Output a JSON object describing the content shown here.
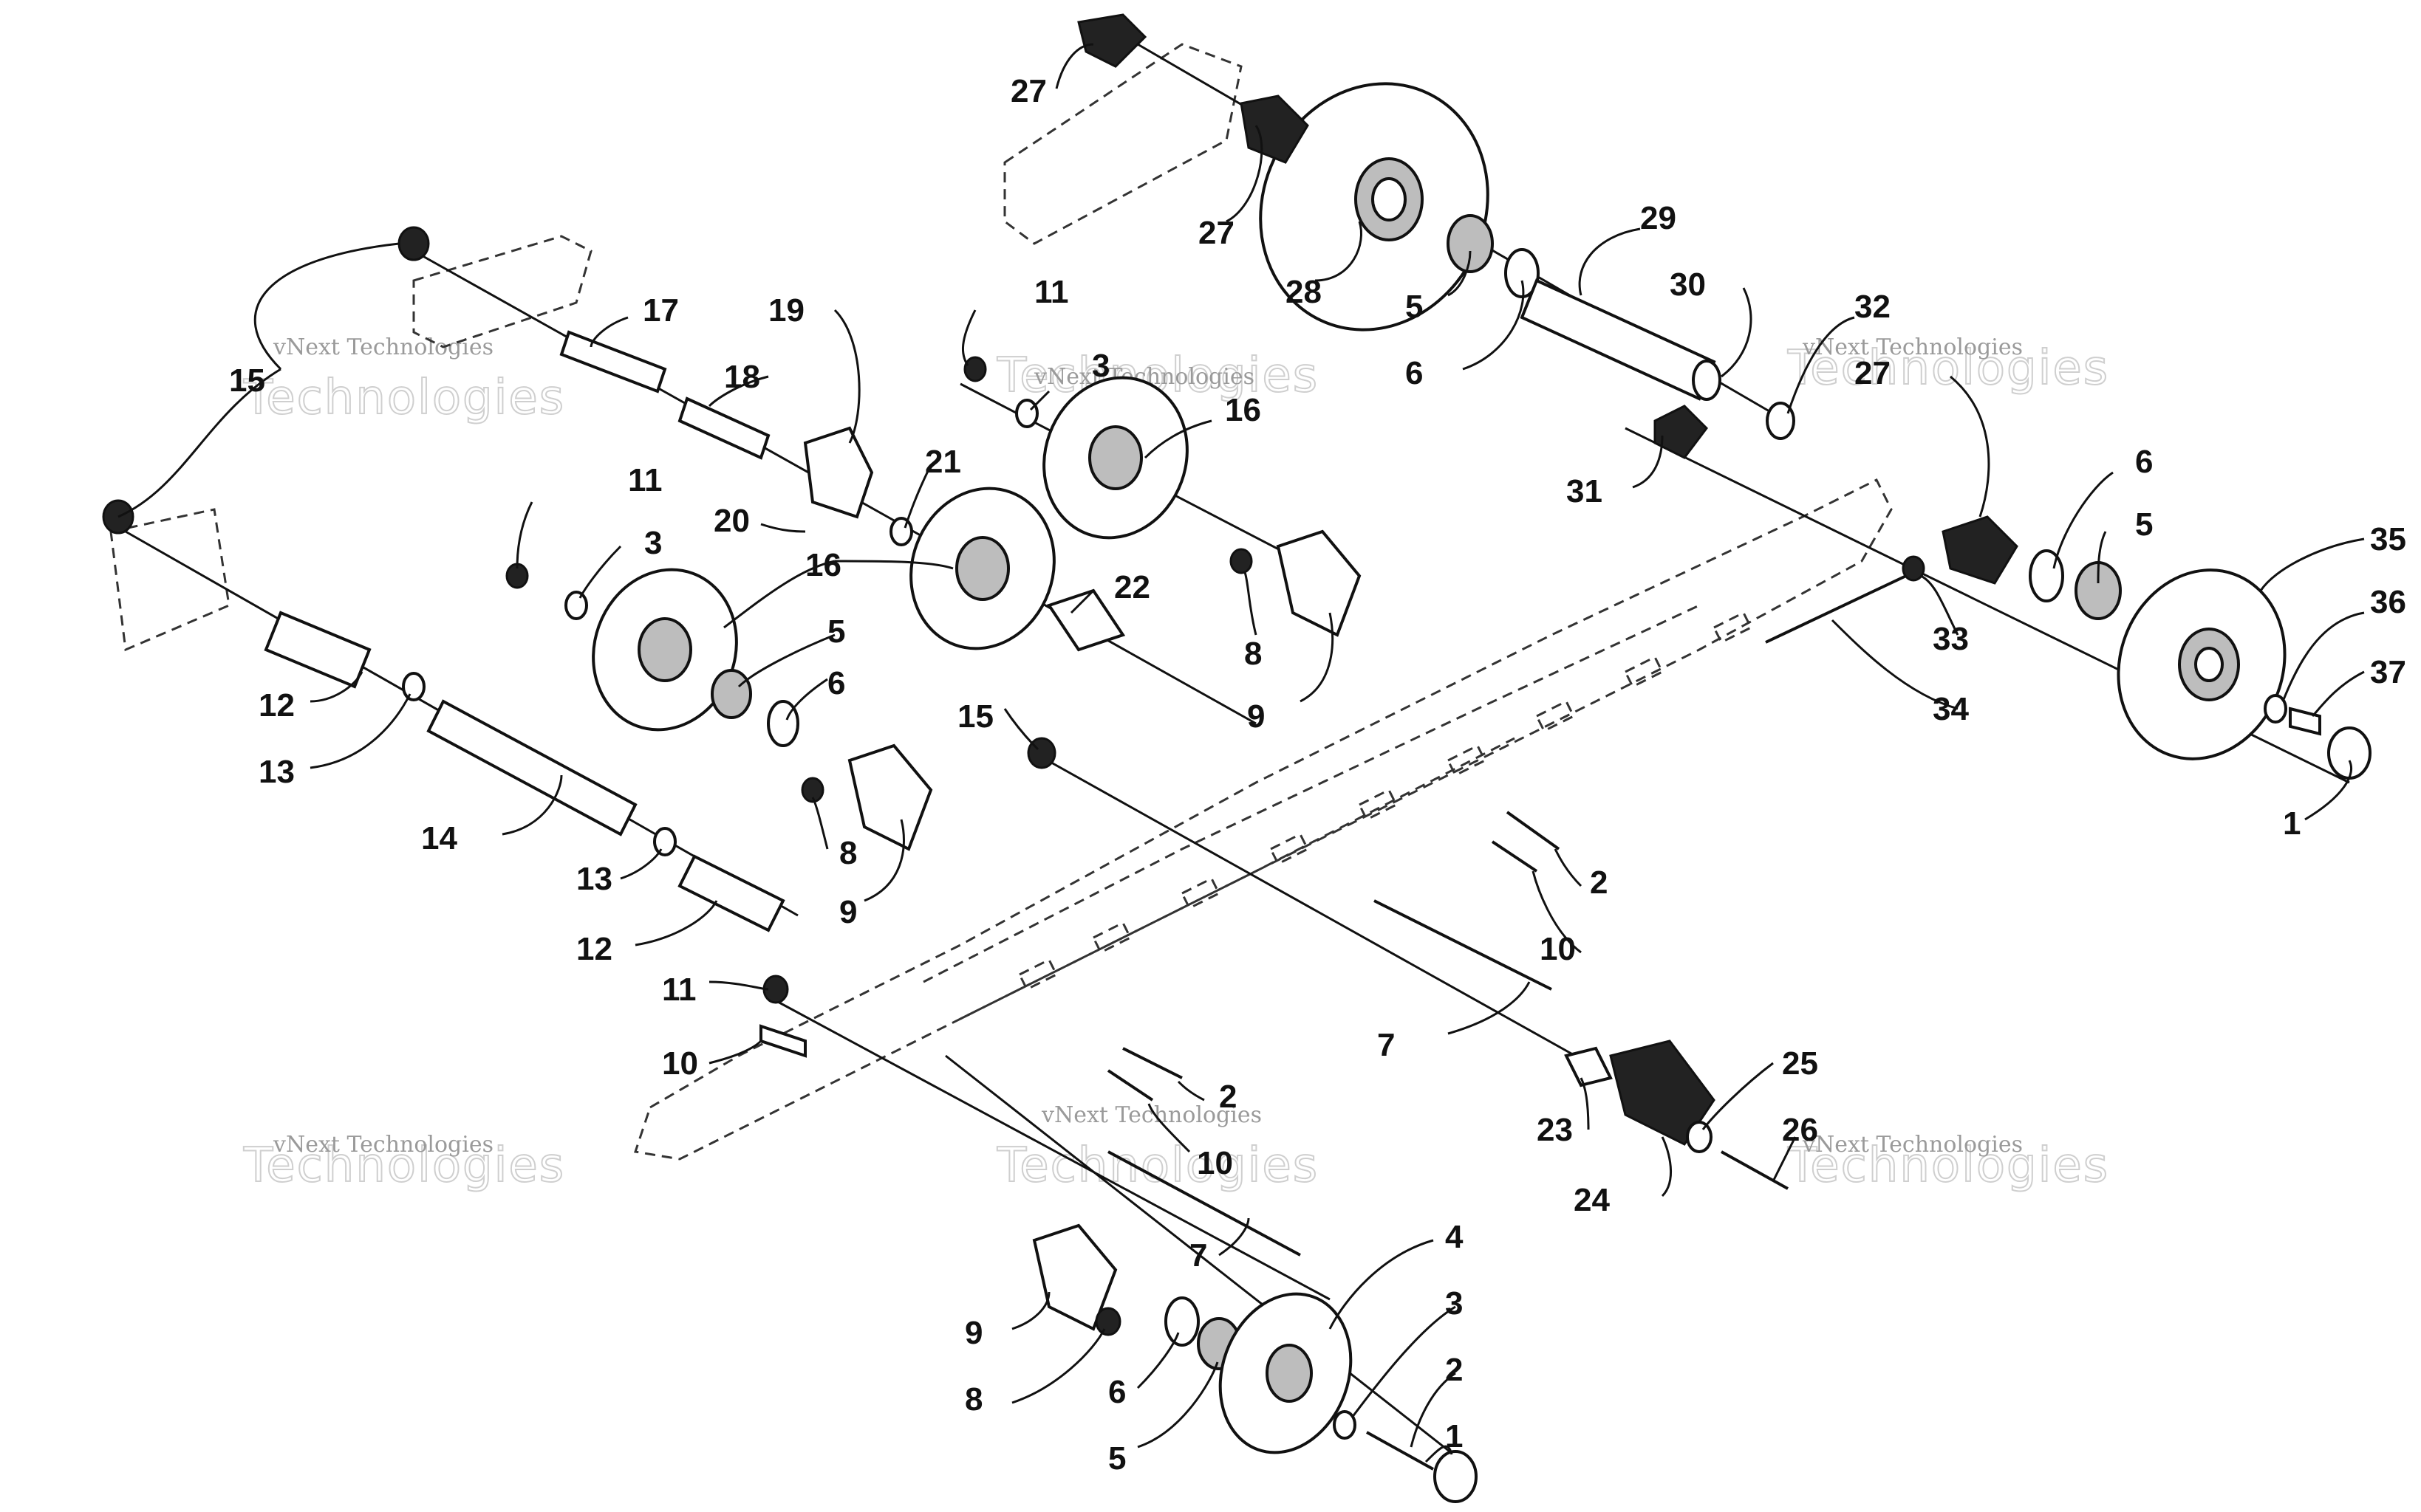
{
  "watermark": {
    "small_text": "vNext Technologies",
    "large_text": "Technologies",
    "top_text": "vNext"
  },
  "callouts": [
    {
      "id": "c27a",
      "label": "27"
    },
    {
      "id": "c27b",
      "label": "27"
    },
    {
      "id": "c28",
      "label": "28"
    },
    {
      "id": "c5a",
      "label": "5"
    },
    {
      "id": "c6a",
      "label": "6"
    },
    {
      "id": "c29",
      "label": "29"
    },
    {
      "id": "c30",
      "label": "30"
    },
    {
      "id": "c32",
      "label": "32"
    },
    {
      "id": "c27c",
      "label": "27"
    },
    {
      "id": "c31",
      "label": "31"
    },
    {
      "id": "c6b",
      "label": "6"
    },
    {
      "id": "c5b",
      "label": "5"
    },
    {
      "id": "c35",
      "label": "35"
    },
    {
      "id": "c33",
      "label": "33"
    },
    {
      "id": "c36",
      "label": "36"
    },
    {
      "id": "c37",
      "label": "37"
    },
    {
      "id": "c34",
      "label": "34"
    },
    {
      "id": "c1a",
      "label": "1"
    },
    {
      "id": "c17",
      "label": "17"
    },
    {
      "id": "c19",
      "label": "19"
    },
    {
      "id": "c18",
      "label": "18"
    },
    {
      "id": "c15a",
      "label": "15"
    },
    {
      "id": "c11a",
      "label": "11"
    },
    {
      "id": "c3a",
      "label": "3"
    },
    {
      "id": "c16a",
      "label": "16"
    },
    {
      "id": "c21",
      "label": "21"
    },
    {
      "id": "c20",
      "label": "20"
    },
    {
      "id": "c11b",
      "label": "11"
    },
    {
      "id": "c3b",
      "label": "3"
    },
    {
      "id": "c16b",
      "label": "16"
    },
    {
      "id": "c22",
      "label": "22"
    },
    {
      "id": "c8a",
      "label": "8"
    },
    {
      "id": "c9a",
      "label": "9"
    },
    {
      "id": "c5c",
      "label": "5"
    },
    {
      "id": "c6c",
      "label": "6"
    },
    {
      "id": "c12a",
      "label": "12"
    },
    {
      "id": "c13a",
      "label": "13"
    },
    {
      "id": "c15b",
      "label": "15"
    },
    {
      "id": "c8b",
      "label": "8"
    },
    {
      "id": "c9b",
      "label": "9"
    },
    {
      "id": "c14",
      "label": "14"
    },
    {
      "id": "c13b",
      "label": "13"
    },
    {
      "id": "c12b",
      "label": "12"
    },
    {
      "id": "c2a",
      "label": "2"
    },
    {
      "id": "c10a",
      "label": "10"
    },
    {
      "id": "c7a",
      "label": "7"
    },
    {
      "id": "c11c",
      "label": "11"
    },
    {
      "id": "c10b",
      "label": "10"
    },
    {
      "id": "c2b",
      "label": "2"
    },
    {
      "id": "c10c",
      "label": "10"
    },
    {
      "id": "c7b",
      "label": "7"
    },
    {
      "id": "c25",
      "label": "25"
    },
    {
      "id": "c26",
      "label": "26"
    },
    {
      "id": "c23",
      "label": "23"
    },
    {
      "id": "c24",
      "label": "24"
    },
    {
      "id": "c4",
      "label": "4"
    },
    {
      "id": "c3c",
      "label": "3"
    },
    {
      "id": "c2c",
      "label": "2"
    },
    {
      "id": "c1b",
      "label": "1"
    },
    {
      "id": "c9c",
      "label": "9"
    },
    {
      "id": "c8c",
      "label": "8"
    },
    {
      "id": "c6d",
      "label": "6"
    },
    {
      "id": "c5d",
      "label": "5"
    }
  ]
}
